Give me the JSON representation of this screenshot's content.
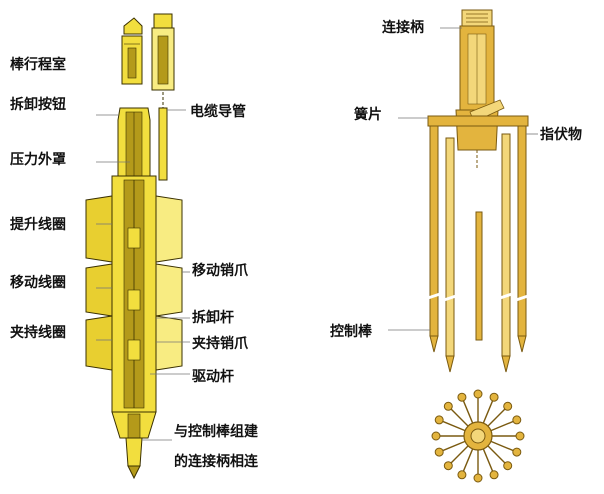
{
  "labels": {
    "rod_travel_housing": "棒行程室",
    "disassembly_button": "拆卸按钮",
    "cable_conduit": "电缆导管",
    "pressure_housing": "压力外罩",
    "lift_coil": "提升线圈",
    "movable_latch": "移动销爪",
    "movable_coil": "移动线圈",
    "disassembly_rod": "拆卸杆",
    "gripper_coil": "夹持线圈",
    "gripper_latch": "夹持销爪",
    "drive_rod": "驱动杆",
    "connect_line1": "与控制棒组建",
    "connect_line2": "的连接柄相连",
    "connecting_hub": "连接柄",
    "spring_vane": "簧片",
    "finger": "指伏物",
    "control_rod": "控制棒"
  },
  "colors": {
    "yellow": "#f2de3e",
    "yellow_light": "#f8ec82",
    "yellow_dark": "#b49a1a",
    "outline": "#3a3000",
    "gold": "#e3b43e",
    "gold_light": "#f3d77a",
    "gold_dark": "#7a5a10",
    "leader": "#777777"
  }
}
